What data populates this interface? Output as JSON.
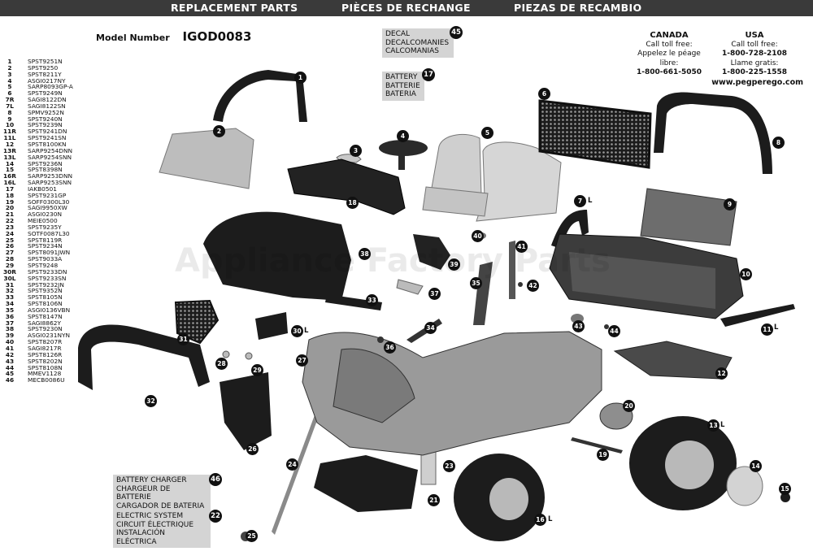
{
  "header": {
    "replacement_parts": "REPLACEMENT PARTS",
    "pieces_de_rechange": "PIÈCES DE RECHANGE",
    "piezas_de_recambio": "PIEZAS DE RECAMBIO"
  },
  "model": {
    "label": "Model Number",
    "value": "IGOD0083"
  },
  "parts_list": [
    {
      "num": "1",
      "code": "SPST9251N"
    },
    {
      "num": "2",
      "code": "SPST9250"
    },
    {
      "num": "3",
      "code": "SPST8211Y"
    },
    {
      "num": "4",
      "code": "ASGI0217NY"
    },
    {
      "num": "5",
      "code": "SARP8093GP-A"
    },
    {
      "num": "6",
      "code": "SPST9249N"
    },
    {
      "num": "7R",
      "code": "SAGI8122DN"
    },
    {
      "num": "7L",
      "code": "SAGI8122SN"
    },
    {
      "num": "8",
      "code": "SPMV9252N"
    },
    {
      "num": "9",
      "code": "SPST9240N"
    },
    {
      "num": "10",
      "code": "SPST9239N"
    },
    {
      "num": "11R",
      "code": "SPST9241DN"
    },
    {
      "num": "11L",
      "code": "SPST9241SN"
    },
    {
      "num": "12",
      "code": "SPST8100KN"
    },
    {
      "num": "13R",
      "code": "SARP9254DNN"
    },
    {
      "num": "13L",
      "code": "SARP9254SNN"
    },
    {
      "num": "14",
      "code": "SPST9236N"
    },
    {
      "num": "15",
      "code": "SPST8398N"
    },
    {
      "num": "16R",
      "code": "SARP9253DNN"
    },
    {
      "num": "16L",
      "code": "SARP9253SNN"
    },
    {
      "num": "17",
      "code": "IAKB0501"
    },
    {
      "num": "18",
      "code": "SPST9231GP"
    },
    {
      "num": "19",
      "code": "SOFF0300L30"
    },
    {
      "num": "20",
      "code": "SAGI9950XW"
    },
    {
      "num": "21",
      "code": "ASGI0230N"
    },
    {
      "num": "22",
      "code": "MEIE0500"
    },
    {
      "num": "23",
      "code": "SPST9235Y"
    },
    {
      "num": "24",
      "code": "SOTF0087L30"
    },
    {
      "num": "25",
      "code": "SPST8119R"
    },
    {
      "num": "26",
      "code": "SPST9234N"
    },
    {
      "num": "27",
      "code": "SPST8091JWN"
    },
    {
      "num": "28",
      "code": "SPST9033A"
    },
    {
      "num": "29",
      "code": "SPST9248"
    },
    {
      "num": "30R",
      "code": "SPST9233DN"
    },
    {
      "num": "30L",
      "code": "SPST9233SN"
    },
    {
      "num": "31",
      "code": "SPST9232JN"
    },
    {
      "num": "32",
      "code": "SPST9352N"
    },
    {
      "num": "33",
      "code": "SPST8105N"
    },
    {
      "num": "34",
      "code": "SPST8106N"
    },
    {
      "num": "35",
      "code": "ASGI0136VBN"
    },
    {
      "num": "36",
      "code": "SPST8147N"
    },
    {
      "num": "37",
      "code": "SAGI8862Y"
    },
    {
      "num": "38",
      "code": "SPST9230N"
    },
    {
      "num": "39",
      "code": "ASGI0231NYN"
    },
    {
      "num": "40",
      "code": "SPST8207R"
    },
    {
      "num": "41",
      "code": "SAGI8217R"
    },
    {
      "num": "42",
      "code": "SPST8126R"
    },
    {
      "num": "43",
      "code": "SPST8202N"
    },
    {
      "num": "44",
      "code": "SPST8108N"
    },
    {
      "num": "45",
      "code": "MMEV1128"
    },
    {
      "num": "46",
      "code": "MECB0086U"
    }
  ],
  "decal": {
    "lines": [
      "DECAL",
      "DECALCOMANIES",
      "CALCOMANIAS"
    ],
    "num": "45"
  },
  "battery": {
    "lines": [
      "BATTERY",
      "BATTERIE",
      "BATERIA"
    ],
    "num": "17"
  },
  "charger": {
    "lines": [
      "BATTERY CHARGER",
      "CHARGEUR DE BATTERIE",
      "CARGADOR DE BATERIA"
    ],
    "num": "46"
  },
  "electric": {
    "lines": [
      "ELECTRIC SYSTEM",
      "CIRCUIT ÉLECTRIQUE",
      "INSTALACIÓN ELÉCTRICA"
    ],
    "num": "22"
  },
  "canada": {
    "heading": "CANADA",
    "l1": "Call toll free:",
    "l2": "Appelez le péage",
    "l3": "libre:",
    "phone": "1-800-661-5050"
  },
  "usa": {
    "heading": "USA",
    "l1": "Call toll free:",
    "phone1": "1-800-728-2108",
    "l2": "Llame gratis:",
    "phone2": "1-800-225-1558"
  },
  "website": "www.pegperego.com",
  "callouts": [
    "1",
    "2",
    "3",
    "4",
    "5",
    "6",
    "7",
    "8",
    "9",
    "10",
    "11",
    "12",
    "13",
    "14",
    "15",
    "16",
    "18",
    "19",
    "20",
    "21",
    "23",
    "24",
    "25",
    "26",
    "27",
    "28",
    "29",
    "30",
    "31",
    "32",
    "33",
    "34",
    "35",
    "36",
    "37",
    "38",
    "39",
    "40",
    "41",
    "42",
    "43",
    "44"
  ],
  "side_marks": {
    "s7": "L",
    "s11": "L",
    "s13": "L",
    "s16": "L",
    "s30": "L"
  },
  "colors": {
    "bar": "#3a3a3a",
    "label_box": "#d4d4d4",
    "part_dark": "#1c1c1c",
    "part_gray": "#8a8a8a",
    "part_light": "#c9c9c9"
  }
}
